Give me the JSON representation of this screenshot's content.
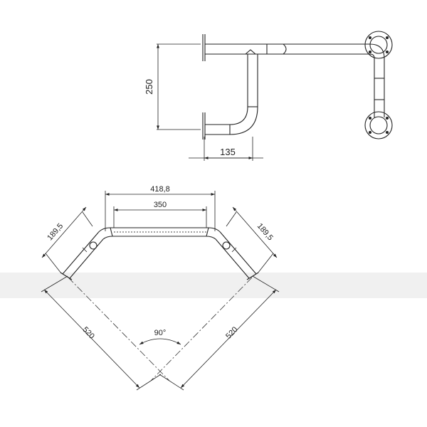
{
  "drawing": {
    "side_view": {
      "height_dim": "250",
      "depth_dim": "135"
    },
    "top_view": {
      "overall_width_dim": "418,8",
      "inner_width_dim": "350",
      "left_segment_dim": "189,5",
      "right_segment_dim": "189,5",
      "left_wall_dim": "520",
      "right_wall_dim": "520",
      "angle_dim": "90°"
    }
  }
}
